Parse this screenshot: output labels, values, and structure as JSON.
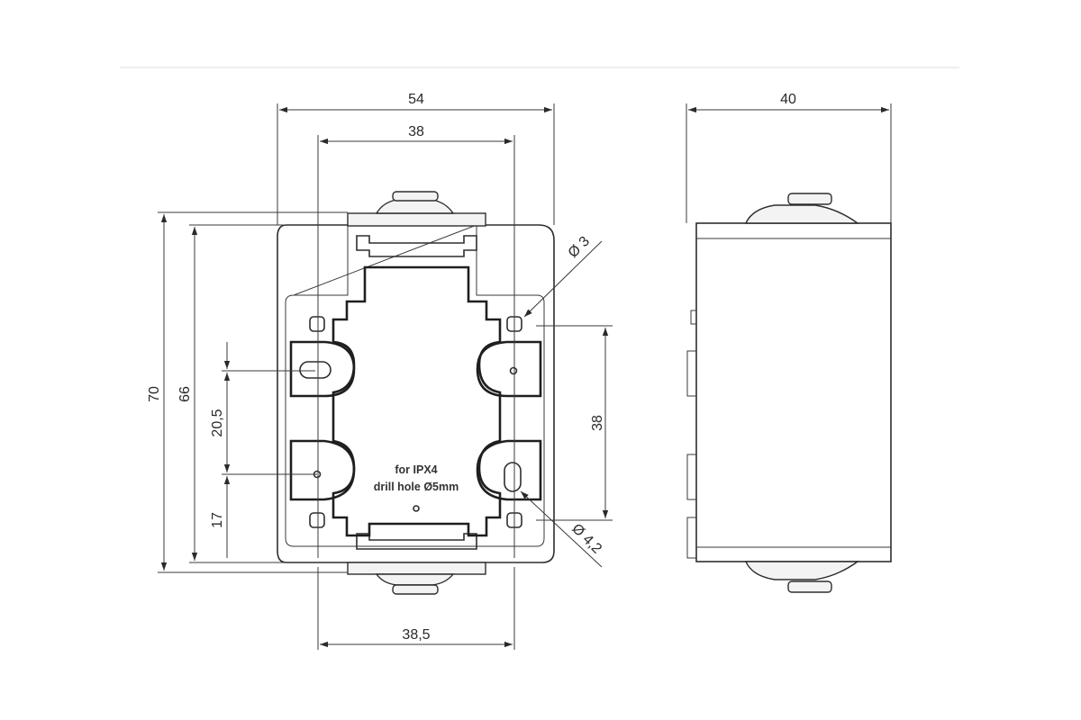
{
  "dimensions": {
    "width_overall": "54",
    "width_mounting_top": "38",
    "width_mounting_bottom": "38,5",
    "depth": "40",
    "height_overall": "70",
    "height_inner": "66",
    "hole_spacing_vertical": "38",
    "offset_upper": "20,5",
    "offset_lower": "17",
    "hole_dia_small": "Ø 3",
    "hole_dia_large": "Ø 4,2"
  },
  "note": {
    "line1": "for IPX4",
    "line2": "drill hole Ø5mm"
  },
  "colors": {
    "line": "#2e2e2e",
    "background": "#ffffff",
    "fill_light": "#f3f3f3"
  }
}
